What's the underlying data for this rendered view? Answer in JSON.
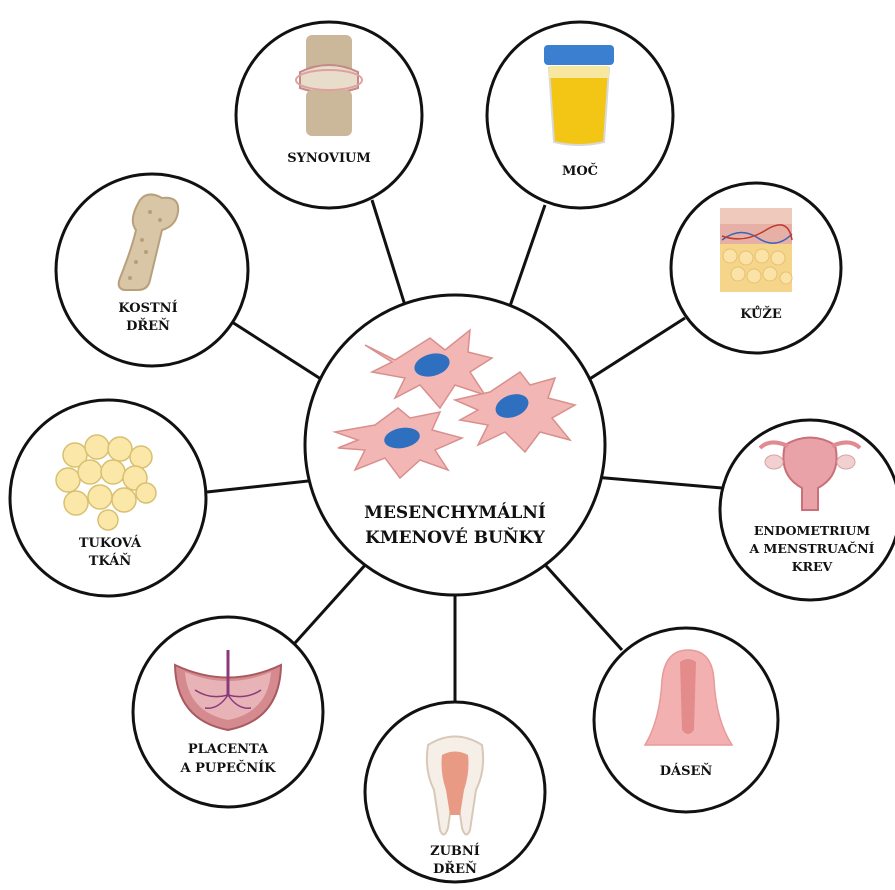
{
  "center": {
    "title_line1": "MESENCHYMÁLNÍ",
    "title_line2": "KMENOVÉ BUŇKY"
  },
  "sources": {
    "synovium": {
      "line1": "SYNOVIUM",
      "icon": "joint-icon"
    },
    "urine": {
      "line1": "MOČ",
      "icon": "urine-cup-icon"
    },
    "skin": {
      "line1": "KŮŽE",
      "icon": "skin-layers-icon"
    },
    "endometrium": {
      "line1": "ENDOMETRIUM",
      "line2": "A MENSTRUAČNÍ",
      "line3": "KREV",
      "icon": "uterus-icon"
    },
    "gum": {
      "line1": "DÁSEŇ",
      "icon": "gum-icon"
    },
    "dental_pulp": {
      "line1": "ZUBNÍ",
      "line2": "DŘEŇ",
      "icon": "tooth-icon"
    },
    "placenta": {
      "line1": "PLACENTA",
      "line2": "A PUPEČNÍK",
      "icon": "placenta-icon"
    },
    "adipose": {
      "line1": "TUKOVÁ",
      "line2": "TKÁŇ",
      "icon": "fat-cells-icon"
    },
    "bone_marrow": {
      "line1": "KOSTNÍ",
      "line2": "DŘEŇ",
      "icon": "bone-icon"
    }
  },
  "colors": {
    "outline": "#111111",
    "cell_fill": "#f2b7b5",
    "nucleus": "#2f6fc0"
  }
}
